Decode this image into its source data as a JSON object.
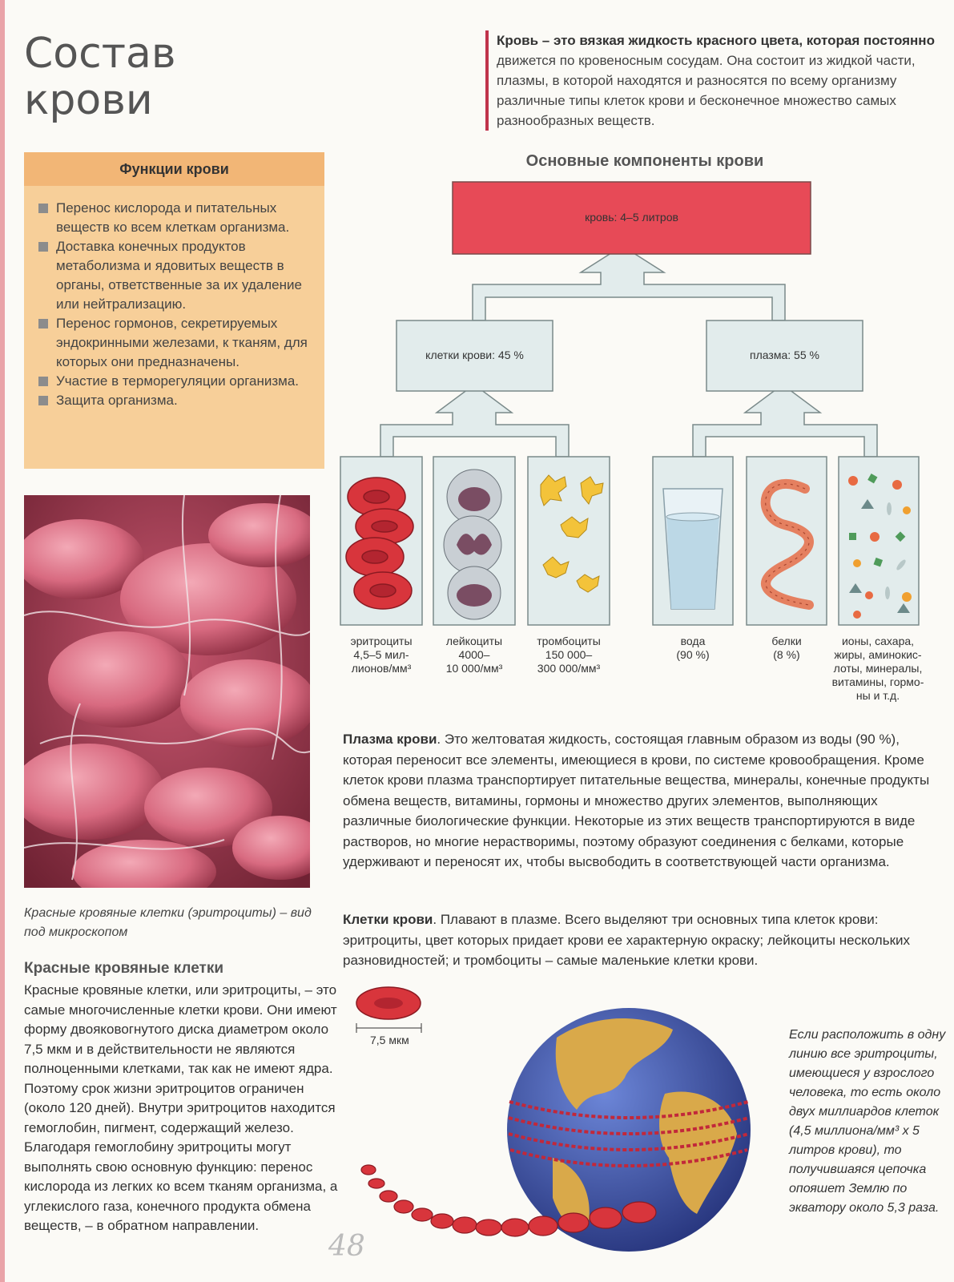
{
  "page": {
    "title_line1": "Состав",
    "title_line2": "крови",
    "intro_bold": "Кровь – это вязкая жидкость красного цвета, которая постоянно",
    "intro_rest": "движется по кровеносным сосудам. Она состоит из жидкой части, плазмы, в которой находятся и разносятся по всему организму различные типы клеток крови и бесконечное множество самых разнообразных веществ.",
    "page_number": "48"
  },
  "functions": {
    "heading": "Функции крови",
    "items": [
      "Перенос кислорода и питательных веществ ко всем клеткам организма.",
      "Доставка конечных продуктов метаболизма и ядовитых веществ в органы, ответственные за их удаление или нейтрализацию.",
      "Перенос гормонов, секретируемых эндокринными железами, к тканям, для которых они предназначены.",
      "Участие в терморегуляции организма.",
      "Защита организма."
    ]
  },
  "photo": {
    "caption": "Красные кровяные клетки (эритроциты) – вид под микроскопом"
  },
  "rbc_section": {
    "heading": "Красные кровяные клетки",
    "text": "Красные кровяные клетки, или эритроциты, – это самые многочисленные клетки крови. Они имеют форму двояковогнутого диска диаметром около 7,5 мкм и в действительности не являются полноценными клетками, так как не имеют ядра. Поэтому срок жизни эритроцитов ограничен (около 120 дней). Внутри эритроцитов находится гемоглобин, пигмент, содержащий железо. Благодаря гемоглобину эритроциты могут выполнять свою основную функцию: перенос кислорода из легких ко всем тканям организма, а углекислого газа, конечного продукта обмена веществ, – в обратном направлении."
  },
  "diagram": {
    "title": "Основные компоненты крови",
    "blood": "кровь: 4–5 литров",
    "cells": "клетки крови: 45 %",
    "plasma": "плазма: 55 %",
    "components": [
      {
        "line1": "эритроциты",
        "line2": "4,5–5 мил-",
        "line3": "лионов/мм³"
      },
      {
        "line1": "лейкоциты",
        "line2": "4000–",
        "line3": "10 000/мм³"
      },
      {
        "line1": "тромбоциты",
        "line2": "150 000–",
        "line3": "300 000/мм³"
      },
      {
        "line1": "вода",
        "line2": "(90 %)",
        "line3": ""
      },
      {
        "line1": "белки",
        "line2": "(8 %)",
        "line3": ""
      },
      {
        "line1": "ионы, сахара,",
        "line2": "жиры, аминокис-",
        "line3": "лоты, минералы,",
        "line4": "витамины, гормо-",
        "line5": "ны и т.д."
      }
    ]
  },
  "plasma_section": {
    "heading": "Плазма крови",
    "text": ". Это желтоватая жидкость, состоящая главным образом из воды (90 %), которая переносит все элементы, имеющиеся в крови, по системе кровообращения. Кроме клеток крови плазма транспортирует питательные вещества, минералы, конечные продукты обмена веществ, витамины, гормоны и множество других элементов, выполняющих различные биологические функции. Некоторые из этих веществ транспортируются в виде растворов, но многие нерастворимы, поэтому образуют соединения с белками, которые удерживают и переносят их, чтобы высвободить в соответствующей части организма."
  },
  "cells_section": {
    "heading": "Клетки крови",
    "text": ". Плавают в плазме. Всего выделяют три основных типа клеток крови: эритроциты, цвет которых придает крови ее характерную окраску; лейкоциты нескольких разновидностей; и тромбоциты – самые маленькие клетки крови."
  },
  "earth_figure": {
    "size_label": "7,5 мкм",
    "caption": "Если расположить в одну линию все эритроциты, имеющиеся у взрослого человека, то есть около двух миллиардов клеток (4,5 миллиона/мм³ х 5 литров крови), то получившаяся цепочка опояшет Землю по экватору около 5,3 раза."
  },
  "colors": {
    "blood_box": "#e74a57",
    "secondary_box": "#e2ecec",
    "functions_bg": "#f7cf99",
    "functions_head": "#f2b676",
    "accent": "#c0334b"
  },
  "icons": [
    "red-blood-cell-icon",
    "leukocyte-icon",
    "platelet-icon",
    "water-glass-icon",
    "protein-chain-icon",
    "particles-icon",
    "earth-globe-icon"
  ]
}
